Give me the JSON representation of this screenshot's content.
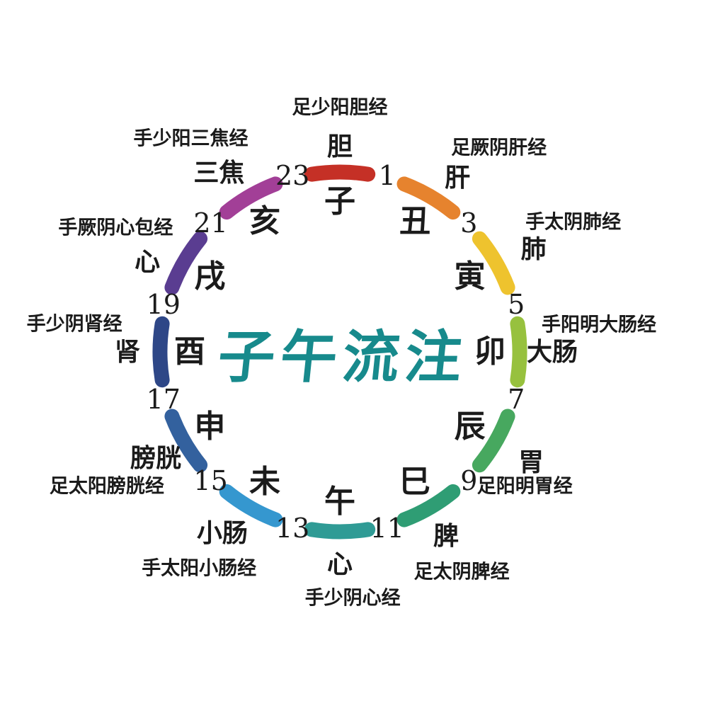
{
  "title": "子午流注",
  "colors": {
    "title": "#178a8c",
    "text": "#1b1b1b",
    "background": "#ffffff"
  },
  "clock": {
    "hours": [
      "23",
      "1",
      "3",
      "5",
      "7",
      "9",
      "11",
      "13",
      "15",
      "17",
      "19",
      "21"
    ],
    "segments": [
      {
        "branch": "子",
        "organ": "胆",
        "meridian": "足少阳胆经",
        "color": "#c53026"
      },
      {
        "branch": "丑",
        "organ": "肝",
        "meridian": "足厥阴肝经",
        "color": "#e6832e"
      },
      {
        "branch": "寅",
        "organ": "肺",
        "meridian": "手太阴肺经",
        "color": "#eec32e"
      },
      {
        "branch": "卯",
        "organ": "大肠",
        "meridian": "手阳明大肠经",
        "color": "#97c13e"
      },
      {
        "branch": "辰",
        "organ": "胃",
        "meridian": "足阳明胃经",
        "color": "#47a85f"
      },
      {
        "branch": "巳",
        "organ": "脾",
        "meridian": "足太阴脾经",
        "color": "#2f9d74"
      },
      {
        "branch": "午",
        "organ": "心",
        "meridian": "手少阴心经",
        "color": "#2f9b95"
      },
      {
        "branch": "未",
        "organ": "小肠",
        "meridian": "手太阳小肠经",
        "color": "#3597cf"
      },
      {
        "branch": "申",
        "organ": "膀胱",
        "meridian": "足太阳膀胱经",
        "color": "#33619e"
      },
      {
        "branch": "酉",
        "organ": "肾",
        "meridian": "手少阴肾经",
        "color": "#2e4787"
      },
      {
        "branch": "戌",
        "organ": "心",
        "meridian": "手厥阴心包经",
        "color": "#5a3d91"
      },
      {
        "branch": "亥",
        "organ": "三焦",
        "meridian": "手少阳三焦经",
        "color": "#a23f97"
      }
    ]
  }
}
